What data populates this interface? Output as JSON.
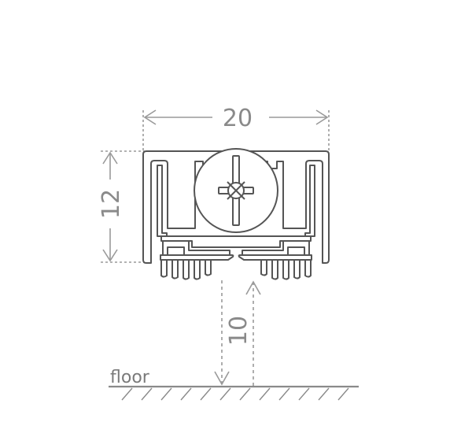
{
  "labels": {
    "width_dimension": "20",
    "height_dimension": "12",
    "gap_dimension": "10",
    "floor": "floor"
  },
  "colors": {
    "profile_stroke": "#555555",
    "dimension_lines": "#9a9a9a",
    "floor_line": "#8a8a8a"
  }
}
